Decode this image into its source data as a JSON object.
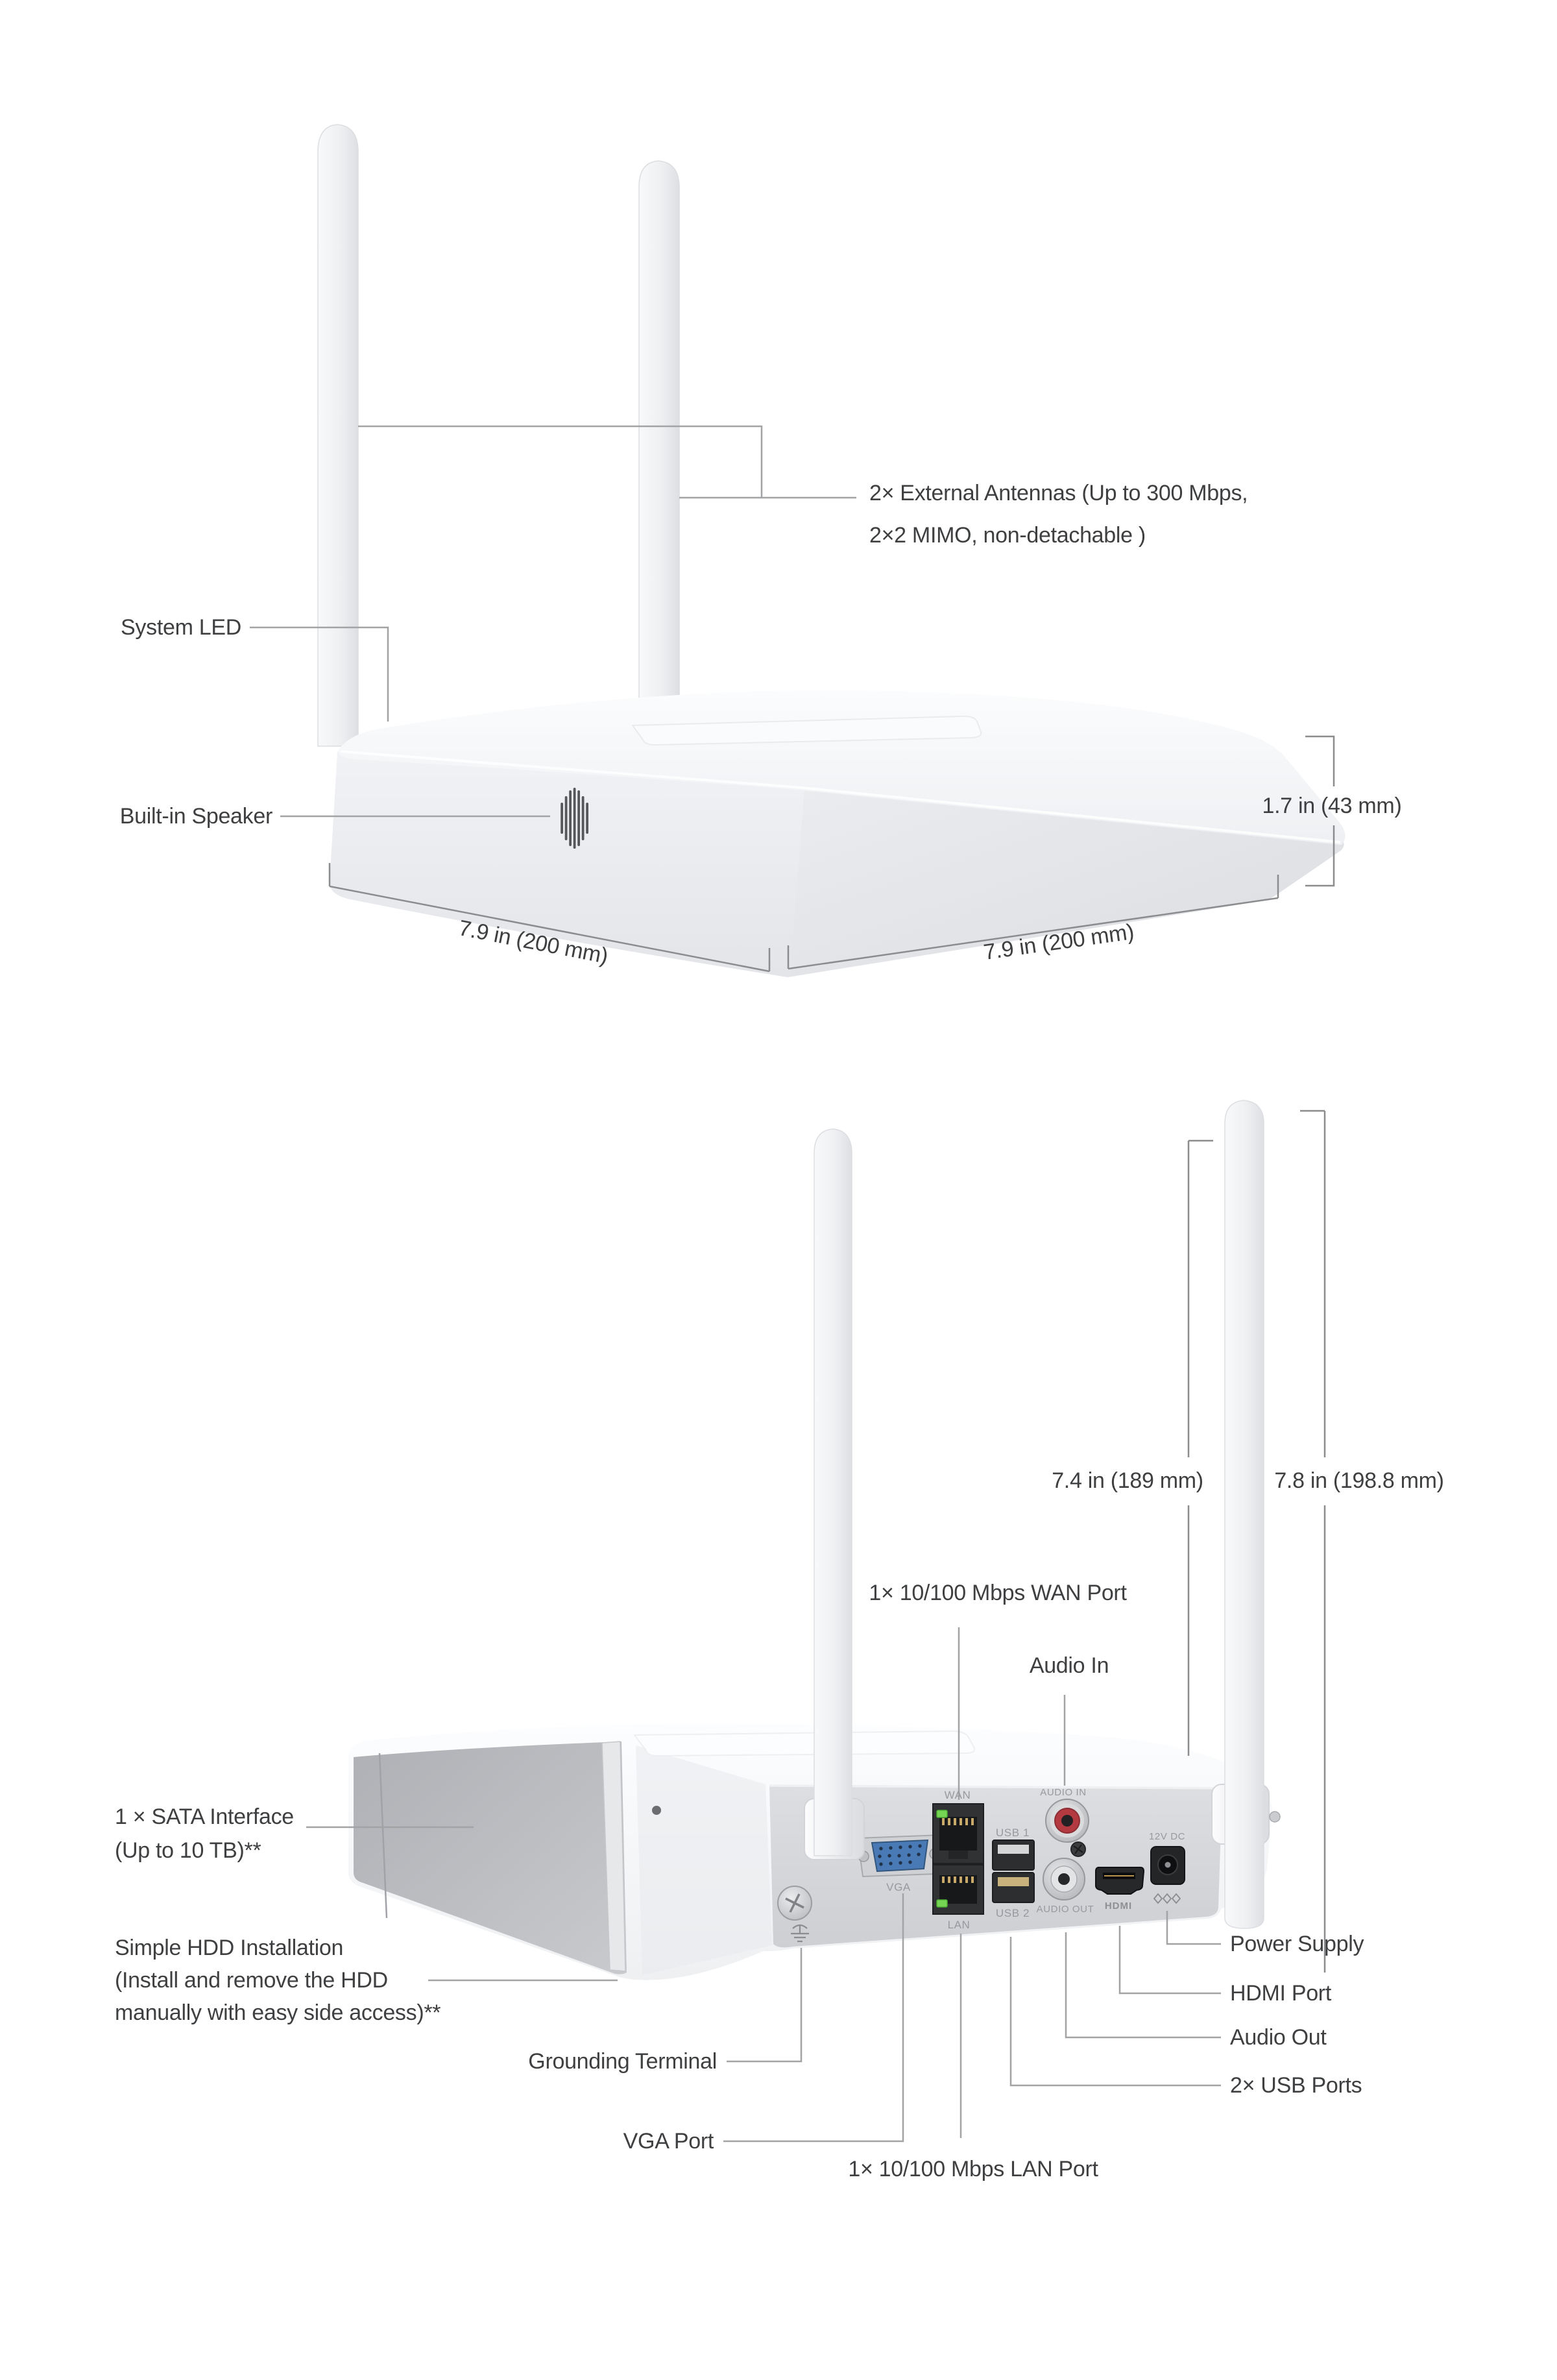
{
  "page": {
    "background": "#ffffff",
    "type": "product-spec-diagram"
  },
  "palette": {
    "label_text": "#3e3f41",
    "micro_label_text": "#97999e",
    "leader_line": "#a2a3a5",
    "dimension_line": "#8b8c8e",
    "device_white": "#f3f4f6",
    "side_panel_gray": "#b7b9be",
    "back_panel_gray": "#d5d7da",
    "vga_blue": "#4a7ab5",
    "led_green": "#74d653",
    "rca_red": "#b23a40"
  },
  "top_view": {
    "antenna_label_line1": "2× External Antennas (Up to 300 Mbps,",
    "antenna_label_line2": "2×2 MIMO, non-detachable )",
    "system_led_label": "System LED",
    "speaker_label": "Built-in Speaker",
    "height_dimension": "1.7 in (43 mm)",
    "width_dimension": "7.9 in (200 mm)",
    "depth_dimension": "7.9 in (200 mm)"
  },
  "rear_view": {
    "antenna_height_dimension": "7.4 in (189 mm)",
    "antenna_total_height_dimension": "7.8 in (198.8 mm)",
    "wan_label": "1× 10/100 Mbps WAN Port",
    "audio_in_label": "Audio In",
    "sata_label_line1": "1 × SATA Interface",
    "sata_label_line2": "(Up to 10 TB)**",
    "hdd_label_line1": "Simple HDD Installation",
    "hdd_label_line2": "(Install and remove the HDD",
    "hdd_label_line3": "manually with easy side access)**",
    "grounding_label": "Grounding Terminal",
    "vga_label": "VGA Port",
    "lan_label": "1× 10/100 Mbps LAN Port",
    "power_label": "Power Supply",
    "hdmi_label": "HDMI Port",
    "audio_out_label": "Audio Out",
    "usb_label": "2× USB Ports",
    "panel_labels": {
      "wan": "WAN",
      "lan": "LAN",
      "usb1": "USB 1",
      "usb2": "USB 2",
      "audio_in": "AUDIO IN",
      "audio_out": "AUDIO OUT",
      "vga": "VGA",
      "hdmi": "HDMI",
      "dc": "12V DC"
    }
  }
}
